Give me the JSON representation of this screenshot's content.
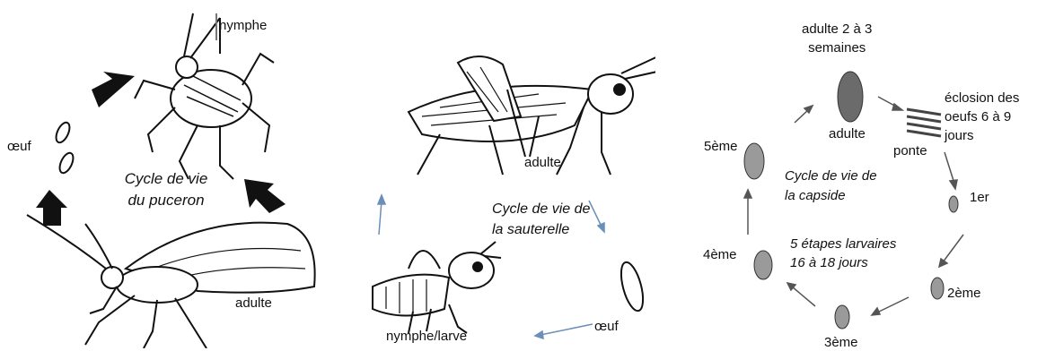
{
  "aphid": {
    "title_line1": "Cycle de vie",
    "title_line2": "du puceron",
    "labels": {
      "nymph": "nymphe",
      "egg": "œuf",
      "adult": "adulte"
    },
    "arrow_color": "#111111"
  },
  "grasshopper": {
    "title_line1": "Cycle de vie de",
    "title_line2": "la sauterelle",
    "labels": {
      "adult": "adulte",
      "egg": "œuf",
      "nymph": "nymphe/larve"
    },
    "arrow_color": "#6a8fb8"
  },
  "capsid": {
    "title_line1": "Cycle de vie de",
    "title_line2": "la capside",
    "subtitle_line1": "5 étapes larvaires",
    "subtitle_line2": "16 à 18 jours",
    "labels": {
      "adult_duration_line1": "adulte 2 à 3",
      "adult_duration_line2": "semaines",
      "adult": "adulte",
      "laying": "ponte",
      "hatch_line1": "éclosion des",
      "hatch_line2": "oeufs 6 à 9",
      "hatch_line3": "jours",
      "stage1": "1er",
      "stage2": "2ème",
      "stage3": "3ème",
      "stage4": "4ème",
      "stage5": "5ème"
    },
    "arrow_color": "#555555"
  }
}
